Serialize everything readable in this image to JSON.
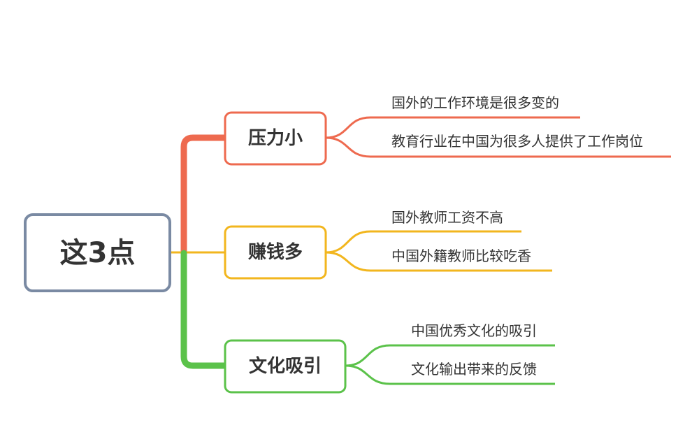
{
  "root": {
    "label": "这3点",
    "color": "#7a8aa3"
  },
  "branches": [
    {
      "label": "压力小",
      "color": "#ee6a4f",
      "leaves": [
        "国外的工作环境是很多变的",
        "教育行业在中国为很多人提供了工作岗位"
      ]
    },
    {
      "label": "赚钱多",
      "color": "#f2b61e",
      "leaves": [
        "国外教师工资不高",
        "中国外籍教师比较吃香"
      ]
    },
    {
      "label": "文化吸引",
      "color": "#5bc24a",
      "leaves": [
        "中国优秀文化的吸引",
        "文化输出带来的反馈"
      ]
    }
  ]
}
